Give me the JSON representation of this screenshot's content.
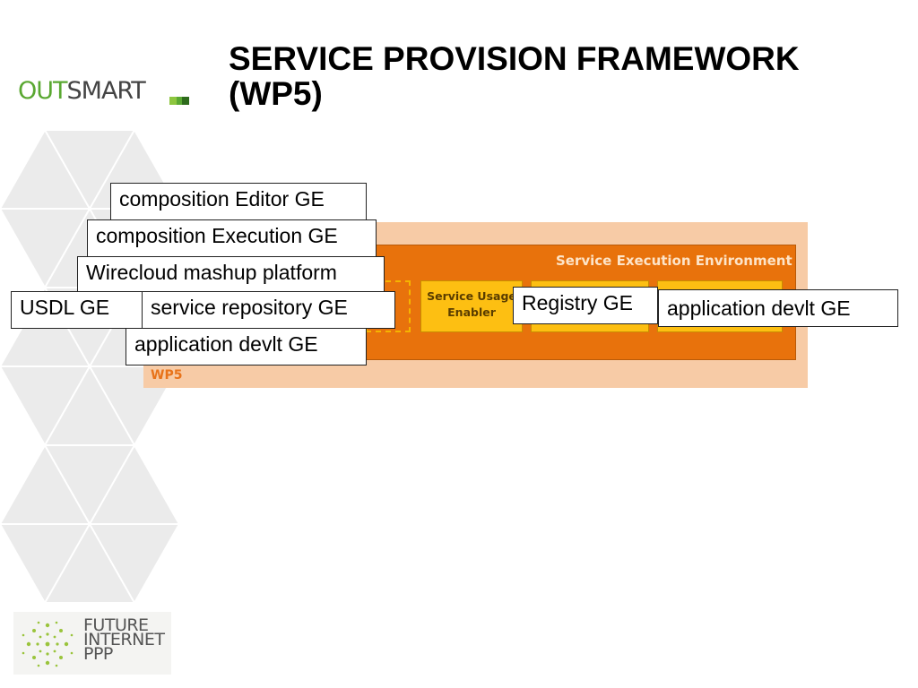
{
  "slide": {
    "title_line1": "SERVICE PROVISION FRAMEWORK",
    "title_line2": "(WP5)"
  },
  "logo": {
    "out": "OUT",
    "smart": "SMART",
    "accent_green": "#5aa832"
  },
  "diagram": {
    "wp5_label": "WP5",
    "see_label": "Service Execution Environment",
    "service_usage_enabler_line1": "Service Usage",
    "service_usage_enabler_line2": "Enabler",
    "colors": {
      "wp5_panel": "#f7cba6",
      "see_panel": "#e8720c",
      "component": "#fdbf12"
    }
  },
  "callouts": {
    "composition_editor": "composition Editor GE",
    "composition_execution": "composition Execution GE",
    "wirecloud": "Wirecloud mashup platform",
    "usdl": "USDL GE",
    "service_repository": "service repository GE",
    "application_devlt_left": "application devlt GE",
    "registry": "Registry GE",
    "application_devlt_right": "application devlt GE"
  },
  "footer_logo": {
    "line1": "FUTURE",
    "line2": "INTERNET",
    "line3": "PPP"
  }
}
